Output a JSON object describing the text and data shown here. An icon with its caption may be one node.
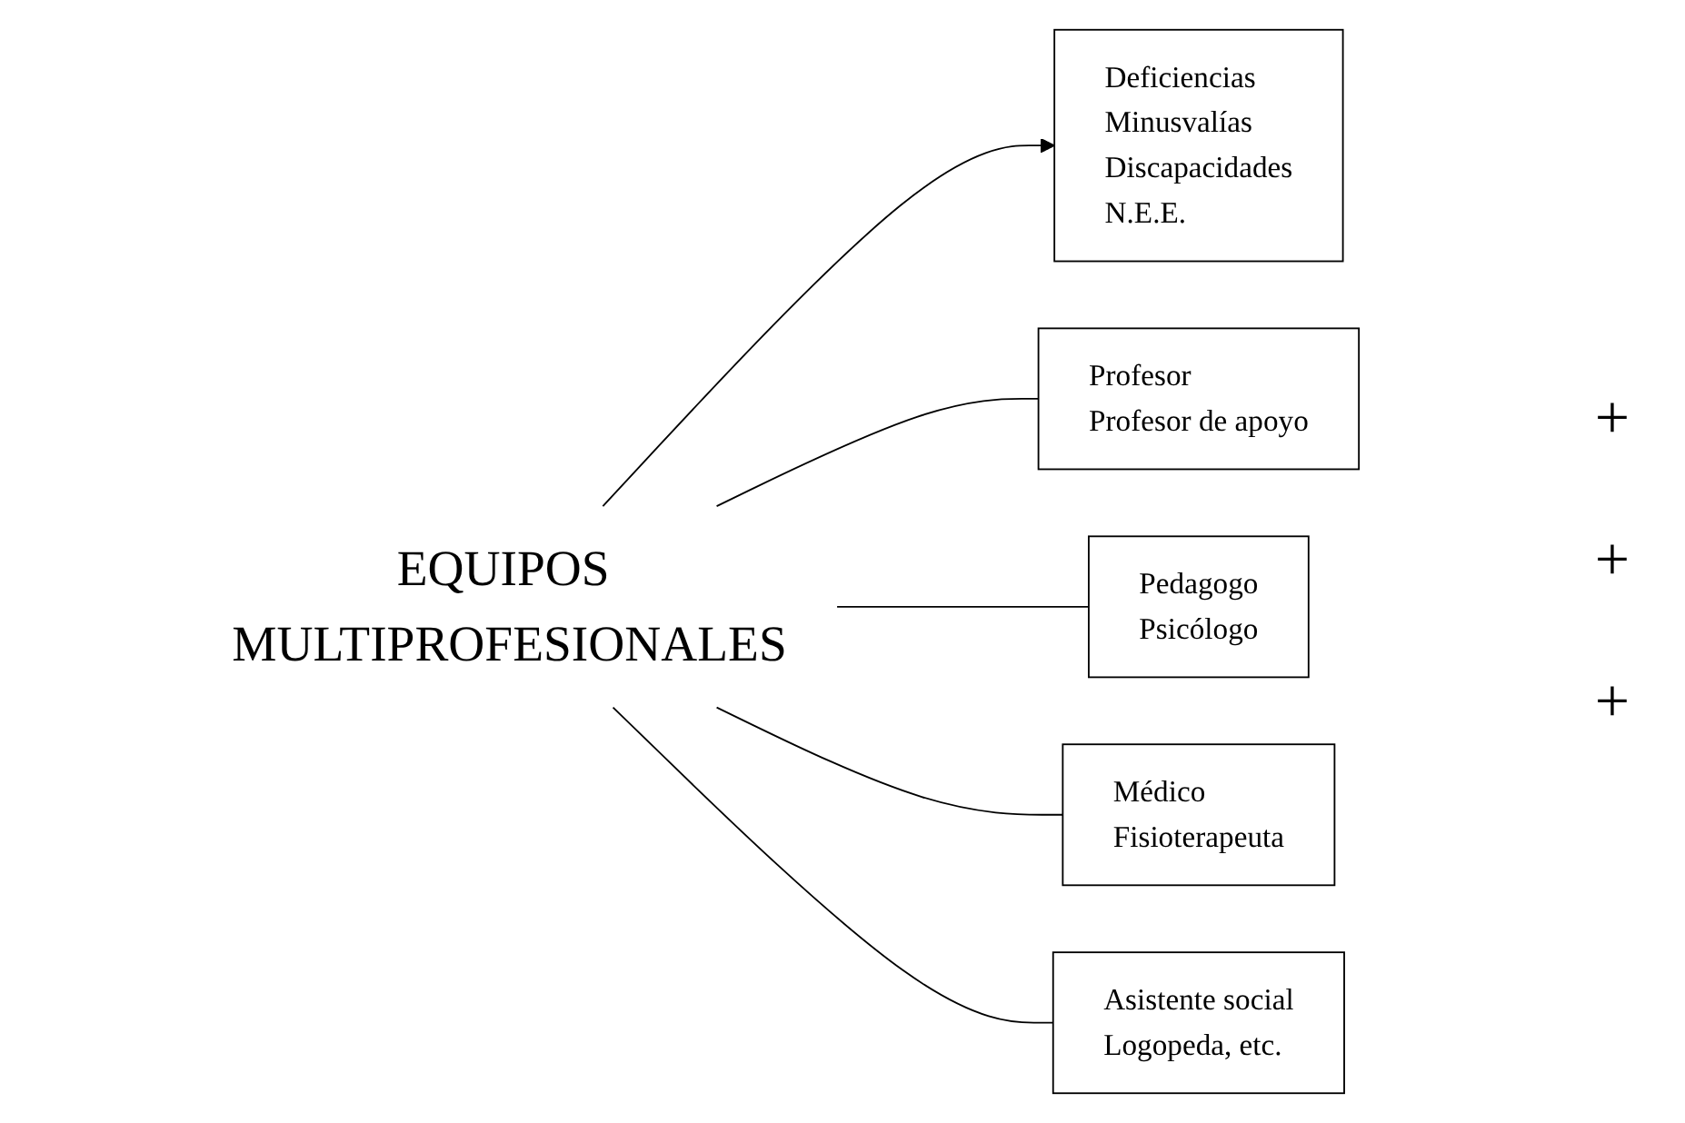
{
  "diagram": {
    "nodes": [
      {
        "text": [
          "Deficiencias",
          "Minusvalías",
          "Discapacidades",
          "N.E.E."
        ]
      },
      {
        "text": [
          "EQUIPOS MULTIPROFESIONALES"
        ]
      },
      {
        "text": [
          "Profesor",
          "Profesor de apoyo"
        ]
      },
      {
        "text": [
          "Pedagogo",
          "Psicólogo"
        ]
      },
      {
        "text": [
          "Médico",
          "Fisioterapeuta"
        ]
      },
      {
        "text": [
          "Asistente social",
          "Logopeda, etc."
        ]
      }
    ],
    "edges": [
      {
        "from": 1,
        "to": 0,
        "arrow": "to"
      },
      {
        "from": 1,
        "to": 2,
        "arrow": "none"
      },
      {
        "from": 1,
        "to": 3,
        "arrow": "none"
      },
      {
        "from": 1,
        "to": 4,
        "arrow": "none"
      },
      {
        "from": 1,
        "to": 5,
        "arrow": "none"
      }
    ],
    "labels": [
      "+",
      "+",
      "+"
    ]
  }
}
